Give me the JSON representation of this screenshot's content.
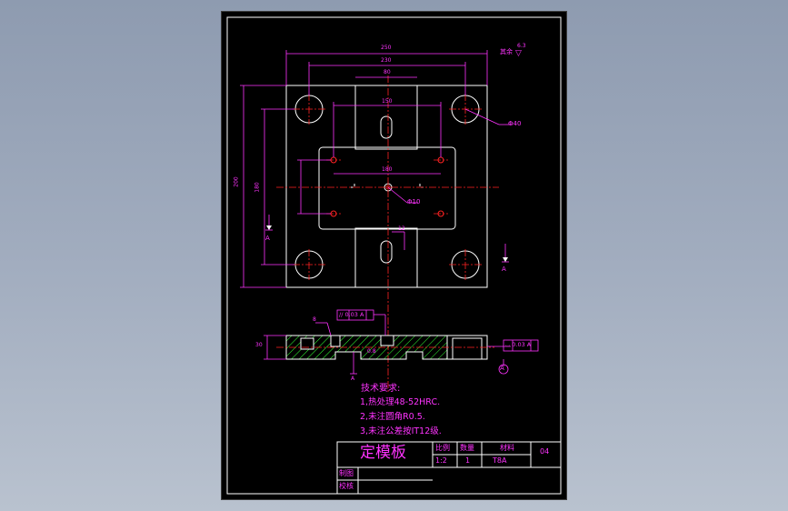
{
  "drawing": {
    "roughness_label": "其余",
    "roughness_value": "6.3",
    "dims": {
      "overall_width": "250",
      "inner_width": "230",
      "slot_width": "80",
      "center_width": "150",
      "height_left": "200",
      "height_inner": "180",
      "small_width": "180",
      "hole_large": "Φ40",
      "hole_small": "Φ10",
      "slot_dim": "12",
      "section_depth": "30",
      "section_small": "8",
      "tol_small": "0.8"
    },
    "section_labels": {
      "section_a": "A",
      "section_b": "A",
      "datum": "A"
    },
    "tolerances": {
      "parallel": "// 0.03 A",
      "flatness": "⌴ 0.03 A",
      "datum_mark": "A"
    },
    "tech_requirements": {
      "title": "技术要求:",
      "items": [
        "1,热处理48-52HRC.",
        "2,未注圆角R0.5.",
        "3,未注公差按IT12级."
      ]
    },
    "title_block": {
      "part_name": "定模板",
      "scale_label": "比例",
      "scale_value": "1:2",
      "qty_label": "数量",
      "qty_value": "1",
      "material_label": "材料",
      "material_value": "T8A",
      "drawing_no": "04",
      "drawn_label": "制图",
      "checked_label": "校核"
    }
  },
  "colors": {
    "background": "#000000",
    "outline": "#ffffff",
    "dimension": "#ff33ff",
    "centerline": "#ff2222",
    "hatch": "#33ff33"
  }
}
